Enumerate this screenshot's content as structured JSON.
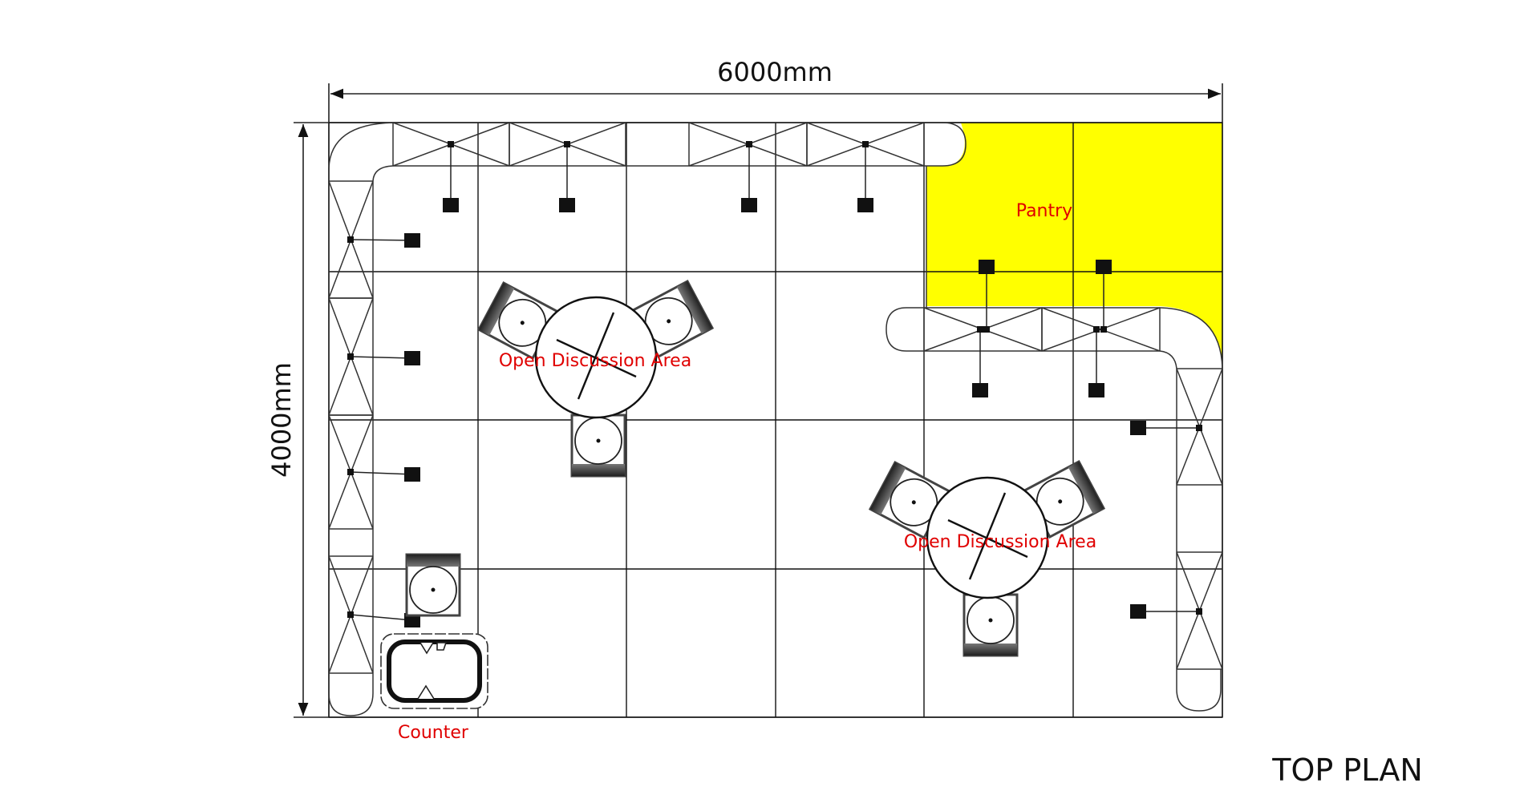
{
  "dimensions": {
    "width_label": "6000mm",
    "height_label": "4000mm"
  },
  "labels": {
    "pantry": "Pantry",
    "discussion_1": "Open Discussion Area",
    "discussion_2": "Open Discussion Area",
    "counter": "Counter"
  },
  "title": "TOP PLAN",
  "colors": {
    "pantry_fill": "#ffff00",
    "label_color": "#e00000",
    "line_color": "#222222"
  }
}
